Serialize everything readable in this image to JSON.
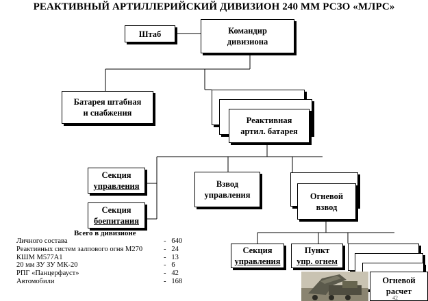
{
  "title": "РЕАКТИВНЫЙ АРТИЛЛЕРИЙСКИЙ ДИВИЗИОН 240 ММ РСЗО «МЛРС»",
  "nodes": {
    "shtab": "Штаб",
    "commander": [
      "Командир",
      "дивизиона"
    ],
    "battery_staff": [
      "Батарея штабная",
      "и снабжения"
    ],
    "rocket_battery": [
      "Реактивная",
      "артил. батарея"
    ],
    "control_section": [
      "Секция",
      "управления"
    ],
    "supply_section": [
      "Секция",
      "боепитания"
    ],
    "control_platoon": [
      "Взвод",
      "управления"
    ],
    "fire_platoon": [
      "Огневой",
      "взвод"
    ],
    "fp_control_section": [
      "Секция",
      "управления"
    ],
    "fire_control_point": [
      "Пункт",
      "упр. огнем"
    ],
    "fire_crew": [
      "Огневой",
      "расчет"
    ]
  },
  "totals": {
    "title": "Всего в  дивизионе",
    "rows": [
      {
        "label": "Личного состава",
        "dash": "-",
        "value": "640"
      },
      {
        "label": "Реактивных систем залпового огня М270",
        "dash": "-",
        "value": "24"
      },
      {
        "label": "КШМ М577А1",
        "dash": "-",
        "value": "13"
      },
      {
        "label": "20 мм ЗУ ЗУ МК-20",
        "dash": "-",
        "value": "6"
      },
      {
        "label": "РПГ «Панцерфауст»",
        "dash": "-",
        "value": "42"
      },
      {
        "label": "Автомобили",
        "dash": "-",
        "value": "168"
      }
    ]
  },
  "page_number": "42"
}
